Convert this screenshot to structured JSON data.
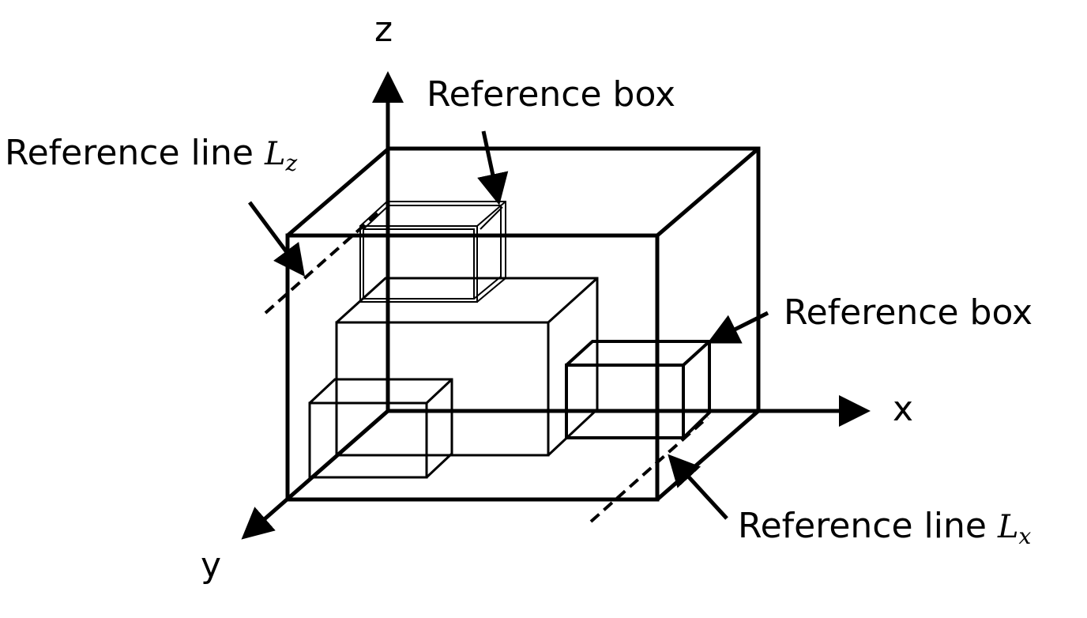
{
  "axes": {
    "x": "x",
    "y": "y",
    "z": "z"
  },
  "labels": {
    "reference_box_top": "Reference box",
    "reference_box_right": "Reference box",
    "reference_line_z": {
      "prefix": "Reference line ",
      "symbol": "L",
      "subscript": "z"
    },
    "reference_line_x": {
      "prefix": "Reference line ",
      "symbol": "L",
      "subscript": "x"
    }
  }
}
